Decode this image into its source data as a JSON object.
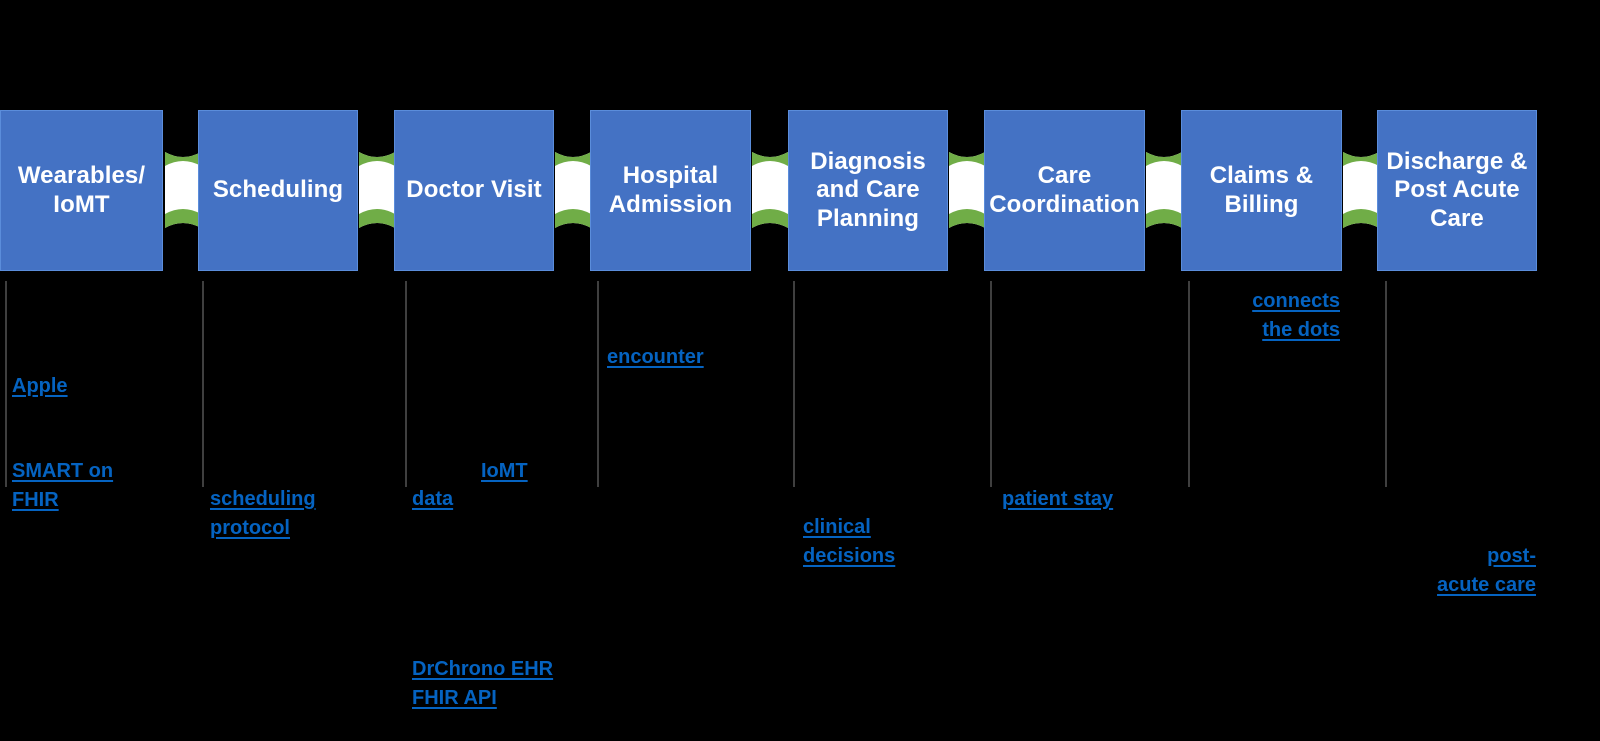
{
  "diagram": {
    "title": "Patient Journey / Healthcare Interoperability Flow",
    "background_color": "#000000",
    "box_fill_color": "#4472C4",
    "box_border_color": "#5B8DDB",
    "connector_color": "#70AD47",
    "connector_fill_color": "#FFFFFF",
    "link_color": "#0563C1",
    "leader_line_color": "#3F3F3F",
    "stage_text_color": "#FFFFFF"
  },
  "stages": [
    {
      "id": "wearables",
      "label": "Wearables/\nIoMT"
    },
    {
      "id": "scheduling",
      "label": "Scheduling"
    },
    {
      "id": "doctor-visit",
      "label": "Doctor Visit"
    },
    {
      "id": "hospital-admission",
      "label": "Hospital\nAdmission"
    },
    {
      "id": "diagnosis-care-planning",
      "label": "Diagnosis\nand Care\nPlanning"
    },
    {
      "id": "care-coordination",
      "label": "Care\nCoordination"
    },
    {
      "id": "claims-billing",
      "label": "Claims &\nBilling"
    },
    {
      "id": "discharge-post-acute",
      "label": "Discharge &\nPost Acute\nCare"
    }
  ],
  "notes": [
    {
      "id": "apple",
      "text": "Apple"
    },
    {
      "id": "smart-on-fhir",
      "text": "SMART on\nFHIR "
    },
    {
      "id": "scheduling-protocol",
      "text": "scheduling\nprotocol "
    },
    {
      "id": "data",
      "text": "data"
    },
    {
      "id": "iomt",
      "text": "IoMT"
    },
    {
      "id": "encounter",
      "text": "encounter"
    },
    {
      "id": "clinical-decisions",
      "text": "clinical\ndecisions"
    },
    {
      "id": "patient-stay",
      "text": "patient stay"
    },
    {
      "id": "connects-the-dots",
      "text": "connects\nthe dots "
    },
    {
      "id": "post-acute-care",
      "text": "post-\nacute care"
    },
    {
      "id": "drchrono-ehr-fhir-api",
      "text": "DrChrono EHR\nFHIR API"
    }
  ]
}
